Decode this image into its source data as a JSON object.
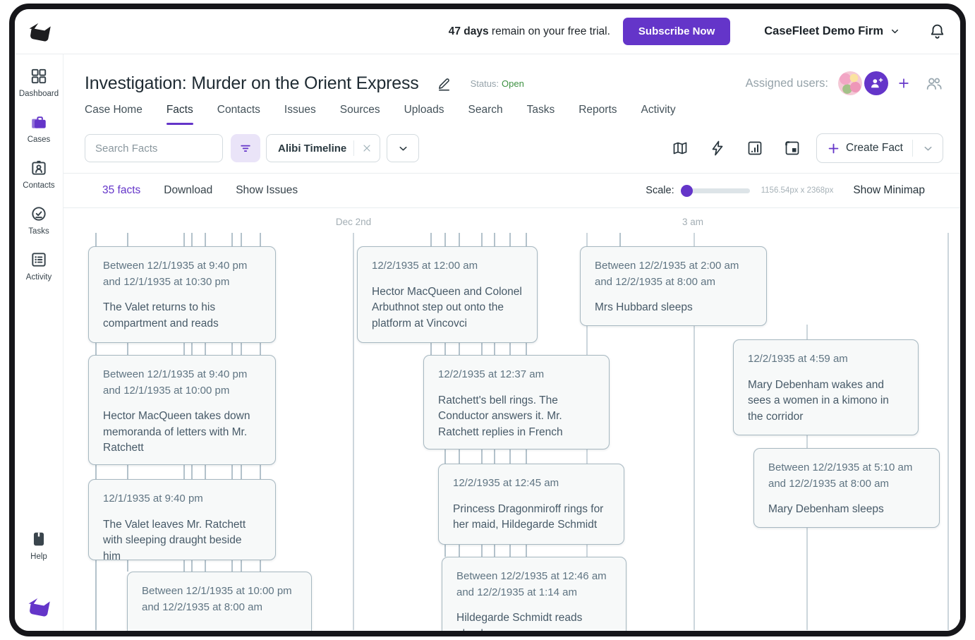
{
  "topbar": {
    "trial_bold": "47 days",
    "trial_text": " remain on your free trial.",
    "subscribe_label": "Subscribe Now",
    "firm_name": "CaseFleet Demo Firm"
  },
  "sidebar": {
    "items": [
      {
        "label": "Dashboard"
      },
      {
        "label": "Cases"
      },
      {
        "label": "Contacts"
      },
      {
        "label": "Tasks"
      },
      {
        "label": "Activity"
      }
    ],
    "help_label": "Help"
  },
  "case_header": {
    "title": "Investigation: Murder on the Orient Express",
    "status_label": "Status:",
    "status_value": "Open",
    "assigned_users_label": "Assigned users:"
  },
  "tabs": [
    {
      "label": "Case Home"
    },
    {
      "label": "Facts"
    },
    {
      "label": "Contacts"
    },
    {
      "label": "Issues"
    },
    {
      "label": "Sources"
    },
    {
      "label": "Uploads"
    },
    {
      "label": "Search"
    },
    {
      "label": "Tasks"
    },
    {
      "label": "Reports"
    },
    {
      "label": "Activity"
    }
  ],
  "toolbar": {
    "search_placeholder": "Search Facts",
    "timeline_chip": "Alibi Timeline",
    "create_fact_label": "Create Fact"
  },
  "facts_bar": {
    "count": "35 facts",
    "download": "Download",
    "show_issues": "Show Issues",
    "scale_label": "Scale:",
    "canvas_size": "1156.54px x 2368px",
    "show_minimap": "Show Minimap"
  },
  "timeline": {
    "axis_labels": [
      {
        "text": "Dec 2nd"
      },
      {
        "text": "3 am"
      }
    ],
    "facts": [
      {
        "date": "Between 12/1/1935 at 9:40 pm and 12/1/1935 at 10:30 pm",
        "text": "The Valet returns to his compartment and reads"
      },
      {
        "date": "Between 12/1/1935 at 9:40 pm and 12/1/1935 at 10:00 pm",
        "text": "Hector MacQueen takes down memoranda of letters with Mr. Ratchett"
      },
      {
        "date": "12/1/1935 at 9:40 pm",
        "text": "The Valet leaves Mr. Ratchett with sleeping draught beside him"
      },
      {
        "date": "Between 12/1/1935 at 10:00 pm and 12/2/1935 at 8:00 am",
        "text": ""
      },
      {
        "date": "12/2/1935 at 12:00 am",
        "text": "Hector MacQueen and Colonel Arbuthnot step out onto the platform at Vincovci"
      },
      {
        "date": "12/2/1935 at 12:37 am",
        "text": "Ratchett's bell rings. The Conductor answers it. Mr. Ratchett replies in French"
      },
      {
        "date": "12/2/1935 at 12:45 am",
        "text": "Princess Dragonmiroff rings for her maid, Hildegarde Schmidt"
      },
      {
        "date": "Between 12/2/1935 at 12:46 am and 12/2/1935 at 1:14 am",
        "text": "Hildegarde Schmidt reads aloud"
      },
      {
        "date": "Between 12/2/1935 at 2:00 am and 12/2/1935 at 8:00 am",
        "text": "Mrs Hubbard sleeps"
      },
      {
        "date": "12/2/1935 at 4:59 am",
        "text": "Mary Debenham wakes and sees a women in a kimono in the corridor"
      },
      {
        "date": "Between 12/2/1935 at 5:10 am and 12/2/1935 at 8:00 am",
        "text": "Mary Debenham sleeps"
      }
    ]
  },
  "colors": {
    "accent": "#6435c9",
    "status_open": "#3e9142"
  }
}
